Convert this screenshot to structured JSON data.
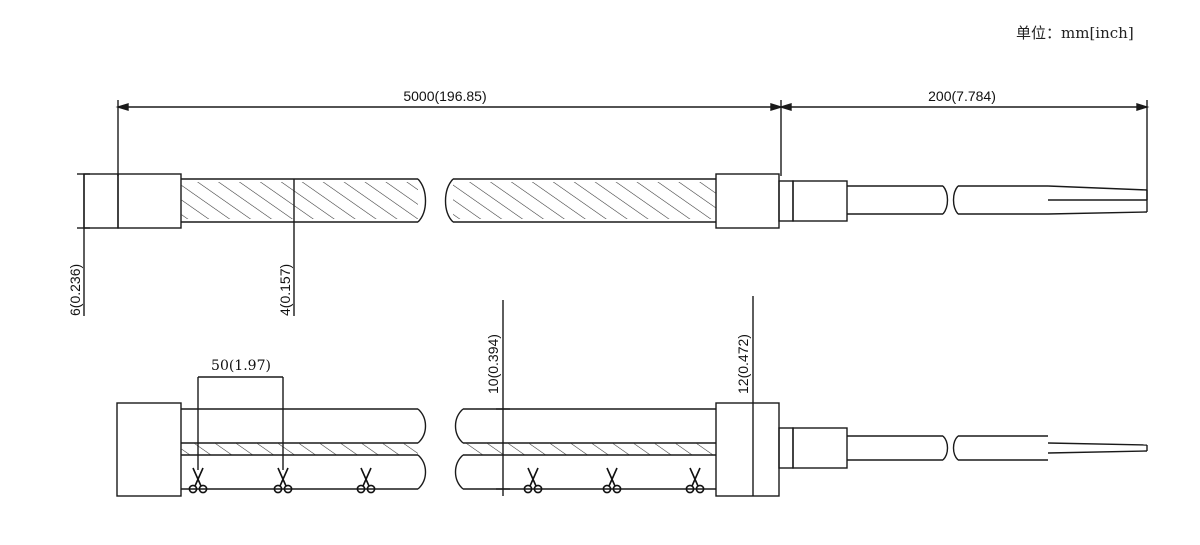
{
  "unit_label": "单位：mm[inch]",
  "dimensions": {
    "total_length": "5000(196.85)",
    "lead_length": "200(7.784)",
    "od_end_cap": "6(0.236)",
    "od_tube": "4(0.157)",
    "pitch": "50(1.97)",
    "od_sleeve": "10(0.394)",
    "od_collar": "12(0.472)"
  },
  "colors": {
    "line": "#1a1a1a",
    "hatch": "#333333",
    "background": "#ffffff"
  },
  "icons": [
    "scissors-icon"
  ]
}
